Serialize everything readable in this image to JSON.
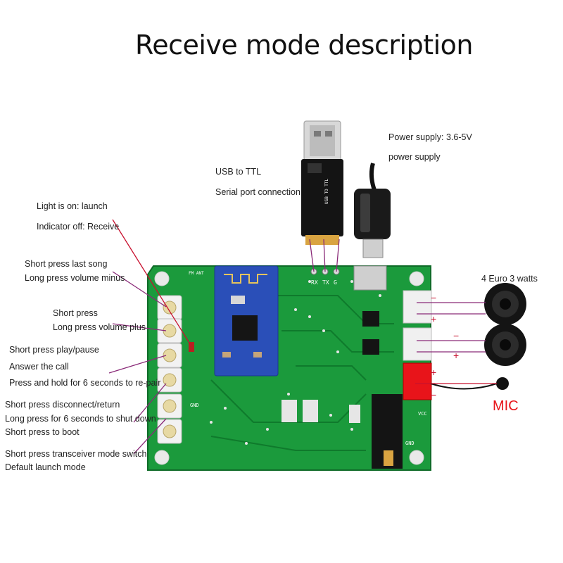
{
  "title": "Receive mode description",
  "labels": {
    "usb_ttl_1": "USB to TTL",
    "usb_ttl_2": "Serial port connection",
    "power_1": "Power supply: 3.6-5V",
    "power_2": "power supply",
    "light_on": "Light is on: launch",
    "indicator_off": "Indicator off: Receive",
    "btn1_short": "Short press last song",
    "btn1_long": "Long press volume minus",
    "btn2_short": "Short press",
    "btn2_long": "Long press volume plus",
    "btn3_short": "Short press play/pause",
    "btn3_answer": "Answer the call",
    "btn3_hold": "Press and hold for 6 seconds to re-pair",
    "btn4_short": "Short press disconnect/return",
    "btn4_long": "Long press for 6 seconds to shut down",
    "btn4_boot": "Short press to boot",
    "btn5_short": "Short press transceiver mode switch",
    "btn5_default": "Default launch mode",
    "speakers": "4 Euro 3 watts",
    "mic": "MIC",
    "minus": "−",
    "plus": "+"
  },
  "board_silkscreen": {
    "rx": "RX",
    "tx": "TX",
    "g": "G",
    "gnd": "GND",
    "vcc": "VCC",
    "fm_ant": "FM ANT"
  },
  "colors": {
    "pcb_green": "#1b9a3c",
    "module_blue": "#2a4fb8",
    "pointer_purple": "#8a2a78",
    "pointer_red": "#c8102e",
    "mic_red": "#e8141a"
  }
}
